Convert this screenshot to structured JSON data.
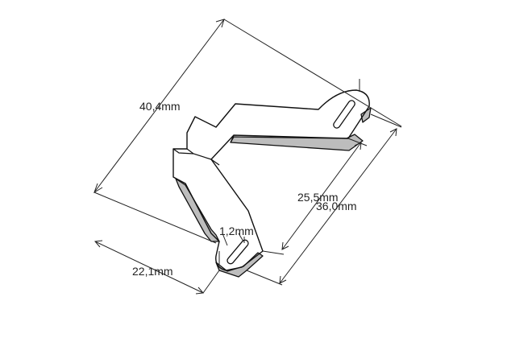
{
  "colors": {
    "background": "#ffffff",
    "edge": "#111111",
    "shade": "#bdbdbd",
    "dimension": "#222222"
  },
  "dimensions": {
    "overall_width": "40,4mm",
    "inner_span": "25,5mm",
    "overall_length": "36,0mm",
    "thickness": "1,2mm",
    "lower_offset": "22,1mm"
  }
}
